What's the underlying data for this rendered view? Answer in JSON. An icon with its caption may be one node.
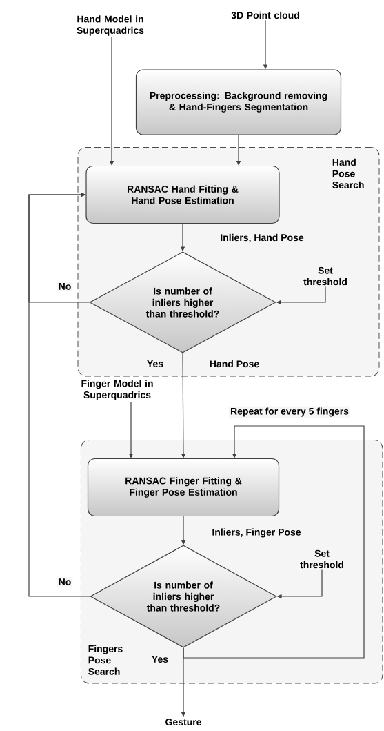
{
  "diagram": {
    "nodes": [
      {
        "text": [
          "Hand Pose Search"
        ]
      },
      {
        "text": [
          "Hand Model in Superquadrics"
        ]
      },
      {
        "text": [
          "3D Point cloud"
        ]
      },
      {
        "text": [
          "Preprocessing: Background removing & Hand-Fingers Segmentation"
        ]
      },
      {
        "text": [
          "RANSAC Hand Fitting & Hand Pose Estimation"
        ],
        "in": 0
      },
      {
        "text": [
          "Is number of inliers higher than threshold?"
        ],
        "in": 0
      },
      {
        "text": [
          "Set threshold"
        ],
        "in": 0
      },
      {
        "text": [
          "Fingers Pose Search"
        ]
      },
      {
        "text": [
          "Finger Model in Superquadrics"
        ]
      },
      {
        "text": [
          "RANSAC Finger Fitting & Finger Pose Estimation"
        ],
        "in": 7
      },
      {
        "text": [
          "Is number of inliers higher than threshold?"
        ],
        "in": 7
      },
      {
        "text": [
          "Set threshold"
        ],
        "in": 7
      },
      {
        "text": [
          "Gesture"
        ]
      }
    ],
    "edges": [
      {
        "from": 1,
        "to": 4,
        "arrow": "to"
      },
      {
        "from": 2,
        "to": 3,
        "arrow": "to"
      },
      {
        "from": 3,
        "to": 4,
        "arrow": "to"
      },
      {
        "from": 4,
        "to": 5,
        "arrow": "to",
        "label": "Inliers, Hand Pose"
      },
      {
        "from": 6,
        "to": 5,
        "arrow": "to"
      },
      {
        "from": 5,
        "to": 4,
        "arrow": "to",
        "label": "No"
      },
      {
        "from": 5,
        "to": 9,
        "arrow": "to",
        "label": "Yes"
      },
      {
        "from": 8,
        "to": 9,
        "arrow": "to"
      },
      {
        "from": 9,
        "to": 10,
        "arrow": "to",
        "label": "Inliers, Finger Pose"
      },
      {
        "from": 11,
        "to": 10,
        "arrow": "to"
      },
      {
        "from": 10,
        "to": 4,
        "arrow": "to",
        "label": "No"
      },
      {
        "from": 10,
        "to": 12,
        "arrow": "to",
        "label": "Yes"
      },
      {
        "from": 10,
        "to": 9,
        "arrow": "to",
        "label": "Repeat for every 5 fingers"
      }
    ],
    "labels": [
      "Hand Pose"
    ]
  }
}
